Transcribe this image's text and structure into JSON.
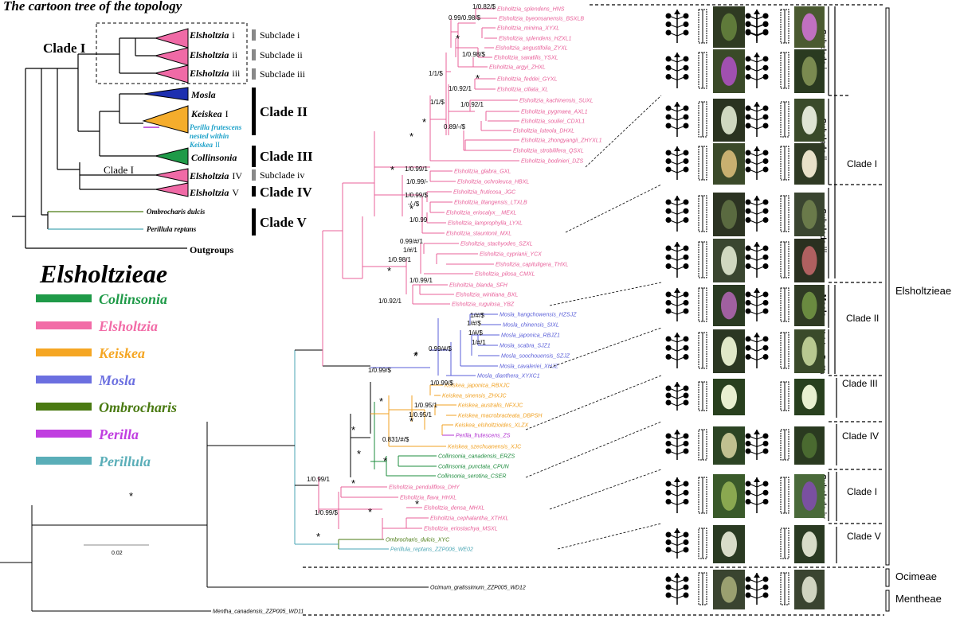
{
  "cartoon": {
    "title": "The cartoon tree of the topology",
    "clade_i": "Clade I",
    "clade_i_iv": "Clade I",
    "els_i": "Elsholtzia",
    "els_i_num": "i",
    "els_ii": "Elsholtzia",
    "els_ii_num": "ii",
    "els_iii": "Elsholtzia",
    "els_iii_num": "iii",
    "mosla": "Mosla",
    "keiskea": "Keiskea",
    "keiskea_num": "I",
    "perilla_note1": "Perilla frutescens",
    "perilla_note2": "nested within",
    "perilla_note3": "Keiskea",
    "perilla_note3_num": "II",
    "collinsonia": "Collinsonia",
    "els_iv": "Elsholtzia",
    "els_iv_num": "IV",
    "els_v": "Elsholtzia",
    "els_v_num": "V",
    "ombro": "Ombrocharis dulcis",
    "perillula": "Perillula reptans",
    "outgroups": "Outgroups",
    "sub_i": "Subclade i",
    "sub_ii": "Subclade ii",
    "sub_iii": "Subclade iii",
    "sub_iv": "Subclade iv",
    "clade_II": "Clade II",
    "clade_III": "Clade III",
    "clade_IV": "Clade IV",
    "clade_V": "Clade V"
  },
  "legend": {
    "title": "Elsholtzieae",
    "items": [
      {
        "label": "Collinsonia",
        "color": "#1f9a48"
      },
      {
        "label": "Elsholtzia",
        "color": "#f26ca7"
      },
      {
        "label": "Keiskea",
        "color": "#f5a623"
      },
      {
        "label": "Mosla",
        "color": "#6b6fe0"
      },
      {
        "label": "Ombrocharis",
        "color": "#4a7a12"
      },
      {
        "label": "Perilla",
        "color": "#c03ee0"
      },
      {
        "label": "Perillula",
        "color": "#5aaeb8"
      }
    ]
  },
  "colors": {
    "elsholtzia": "#e8609a",
    "mosla": "#5a5fd8",
    "keiskea": "#f0a020",
    "collinsonia": "#1e8c3e",
    "perilla": "#b030d0",
    "ombrocharis": "#4a7a12",
    "perillula": "#4aa6b4",
    "outgroup": "#000000"
  },
  "tree": {
    "tips": [
      {
        "name": "Elsholtzia_splendens_HNS",
        "group": "elsholtzia"
      },
      {
        "name": "Elsholtzia_byeonsanensis_BSXLB",
        "group": "elsholtzia"
      },
      {
        "name": "Elsholtzia_minima_XYXL",
        "group": "elsholtzia"
      },
      {
        "name": "Elsholtzia_splendens_HZXL1",
        "group": "elsholtzia"
      },
      {
        "name": "Elsholtzia_angustifolia_ZYXL",
        "group": "elsholtzia"
      },
      {
        "name": "Elsholtzia_saxatilis_YSXL",
        "group": "elsholtzia"
      },
      {
        "name": "Elsholtzia_argyi_ZHXL",
        "group": "elsholtzia"
      },
      {
        "name": "Elsholtzia_feddei_GYXL",
        "group": "elsholtzia"
      },
      {
        "name": "Elsholtzia_ciliata_XL",
        "group": "elsholtzia"
      },
      {
        "name": "Elsholtzia_kachinensis_SUXL",
        "group": "elsholtzia"
      },
      {
        "name": "Elsholtzia_pygmaea_AXL1",
        "group": "elsholtzia"
      },
      {
        "name": "Elsholtzia_souliei_CDXL1",
        "group": "elsholtzia"
      },
      {
        "name": "Elsholtzia_luteola_DHXL",
        "group": "elsholtzia"
      },
      {
        "name": "Elsholtzia_zhongyangii_ZHYXL1",
        "group": "elsholtzia"
      },
      {
        "name": "Elsholtzia_strobilifera_QSXL",
        "group": "elsholtzia"
      },
      {
        "name": "Elsholtzia_bodinieri_DZS",
        "group": "elsholtzia"
      },
      {
        "name": "Elsholtzia_glabra_GXL",
        "group": "elsholtzia"
      },
      {
        "name": "Elsholtzia_ochroleuca_HBXL",
        "group": "elsholtzia"
      },
      {
        "name": "Elsholtzia_fruticosa_JGC",
        "group": "elsholtzia"
      },
      {
        "name": "Elsholtzia_litangensis_LTXLB",
        "group": "elsholtzia"
      },
      {
        "name": "Elsholtzia_eriocalyx__MEXL",
        "group": "elsholtzia"
      },
      {
        "name": "Elsholtzia_lamprophylla_LYXL",
        "group": "elsholtzia"
      },
      {
        "name": "Elsholtzia_stauntonii_MXL",
        "group": "elsholtzia"
      },
      {
        "name": "Elsholtzia_stachyodes_SZXL",
        "group": "elsholtzia"
      },
      {
        "name": "Elsholtzia_cyprianii_YCX",
        "group": "elsholtzia"
      },
      {
        "name": "Elsholtzia_capituligera_THXL",
        "group": "elsholtzia"
      },
      {
        "name": "Elsholtzia_pilosa_CMXL",
        "group": "elsholtzia"
      },
      {
        "name": "Elsholtzia_blanda_SFH",
        "group": "elsholtzia"
      },
      {
        "name": "Elsholtzia_winitiana_BXL",
        "group": "elsholtzia"
      },
      {
        "name": "Elsholtzia_rugulosa_YBZ",
        "group": "elsholtzia"
      },
      {
        "name": "Mosla_hangchowensis_HZSJZ",
        "group": "mosla"
      },
      {
        "name": "Mosla_chinensis_SIXL",
        "group": "mosla"
      },
      {
        "name": "Mosla_japonica_RBJZ1",
        "group": "mosla"
      },
      {
        "name": "Mosla_scabra_SJZ1",
        "group": "mosla"
      },
      {
        "name": "Mosla_soochouensis_SZJZ",
        "group": "mosla"
      },
      {
        "name": "Mosla_cavaleriei_XHJZ",
        "group": "mosla"
      },
      {
        "name": "Mosla_dianthera_XYXC1",
        "group": "mosla"
      },
      {
        "name": "Keiskea_japonica_RBXJC",
        "group": "keiskea"
      },
      {
        "name": "Keiskea_sinensis_ZHXJC",
        "group": "keiskea"
      },
      {
        "name": "Keiskea_australis_NFXJC",
        "group": "keiskea"
      },
      {
        "name": "Keiskea_macrobracteata_DBPSH",
        "group": "keiskea"
      },
      {
        "name": "Keiskea_elsholtzioides_XLZX",
        "group": "keiskea"
      },
      {
        "name": "Perilla_frutescens_ZS",
        "group": "perilla"
      },
      {
        "name": "Keiskea_szechuanensis_XJC",
        "group": "keiskea"
      },
      {
        "name": "Collinsonia_canadensis_ERZS",
        "group": "collinsonia"
      },
      {
        "name": "Collinsonia_punctata_CPUN",
        "group": "collinsonia"
      },
      {
        "name": "Collinsonia_serotina_CSER",
        "group": "collinsonia"
      },
      {
        "name": "Elsholtzia_penduliflora_DHY",
        "group": "elsholtzia"
      },
      {
        "name": "Elsholtzia_flava_HHXL",
        "group": "elsholtzia"
      },
      {
        "name": "Elsholtzia_densa_MHXL",
        "group": "elsholtzia"
      },
      {
        "name": "Elsholtzia_cephalantha_XTHXL",
        "group": "elsholtzia"
      },
      {
        "name": "Elsholtzia_eriostachya_MSXL",
        "group": "elsholtzia"
      },
      {
        "name": "Ombrocharis_dulcis_XYC",
        "group": "ombrocharis"
      },
      {
        "name": "Perillula_reptans_ZZP006_WE02",
        "group": "perillula"
      },
      {
        "name": "Ocimum_gratissimum_ZZP005_WD12",
        "group": "outgroup"
      },
      {
        "name": "Mentha_canadensis_ZZP005_WD11",
        "group": "outgroup"
      }
    ],
    "supports": [
      "1/0.82/$",
      "0.99/0.98/$",
      "*",
      "1/0.98/$",
      "1/1/$",
      "*",
      "1/0.92/1",
      "1/1/$",
      "1/0.92/1",
      "*",
      "0.89/-/$",
      "*",
      "*",
      "1/0.99/1",
      "1/0.99/-",
      "1/0.99/$",
      "-/-/$",
      "*",
      "1/0.99",
      "0.99/#/1",
      "1/#/1",
      "1/0.98/1",
      "*",
      "1/0.99/1",
      "1/0.92/1",
      "*",
      "1/#/$",
      "1/#/$",
      "1/#/$",
      "1/#/1",
      "0.99/#/$",
      "*",
      "1/0.99/$",
      "1/0.99/$",
      "*",
      "1/0.95/1",
      "1/0.95/1",
      "*",
      "*",
      "0.831/#/$",
      "*",
      "*",
      "1/0.99/1",
      "*",
      "1/0.99/$",
      "*",
      "*",
      "*",
      "*"
    ],
    "scale_label": "0.02"
  },
  "right_panel": {
    "subclade_i": "Subclade i",
    "subclade_ii": "Subclade ii",
    "subclade_iii": "Subclade iii",
    "subclade_iv": "Subclade iv",
    "mosla": "Mosla",
    "keiskea_perilla": "Keiskea Perilla",
    "clade_I_top": "Clade I",
    "clade_II": "Clade II",
    "clade_III": "Clade III",
    "clade_IV": "Clade IV",
    "clade_I_bottom": "Clade I",
    "clade_V": "Clade V",
    "tribe_elsholtzieae": "Elsholtzieae",
    "tribe_ocimeae": "Ocimeae",
    "tribe_mentheae": "Mentheae"
  }
}
